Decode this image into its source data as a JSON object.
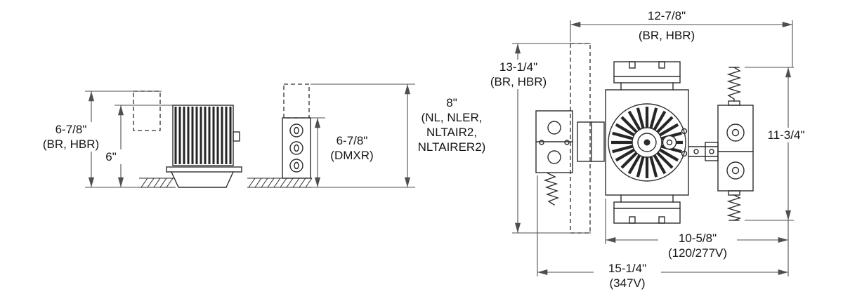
{
  "colors": {
    "ink": "#2d2d2d",
    "dim": "#4f4f4f",
    "text": "#161616",
    "background": "#ffffff"
  },
  "side_view": {
    "height_br_hbr": {
      "value": "6-7/8\"",
      "variant": "(BR, HBR)"
    },
    "height_inner": {
      "value": "6\""
    },
    "height_dmxr": {
      "value": "6-7/8\"",
      "variant": "(DMXR)"
    },
    "height_nl": {
      "value": "8\"",
      "variant_line1": "(NL, NLER,",
      "variant_line2": "NLTAIR2,",
      "variant_line3": "NLTAIRER2)"
    }
  },
  "plan_view": {
    "width_top": {
      "value": "12-7/8\"",
      "variant": "(BR, HBR)"
    },
    "height_left": {
      "value": "13-1/4\"",
      "variant": "(BR, HBR)"
    },
    "height_right": {
      "value": "11-3/4\""
    },
    "width_120_277v": {
      "value": "10-5/8\"",
      "variant": "(120/277V)"
    },
    "width_347v": {
      "value": "15-1/4\"",
      "variant": "(347V)"
    }
  }
}
